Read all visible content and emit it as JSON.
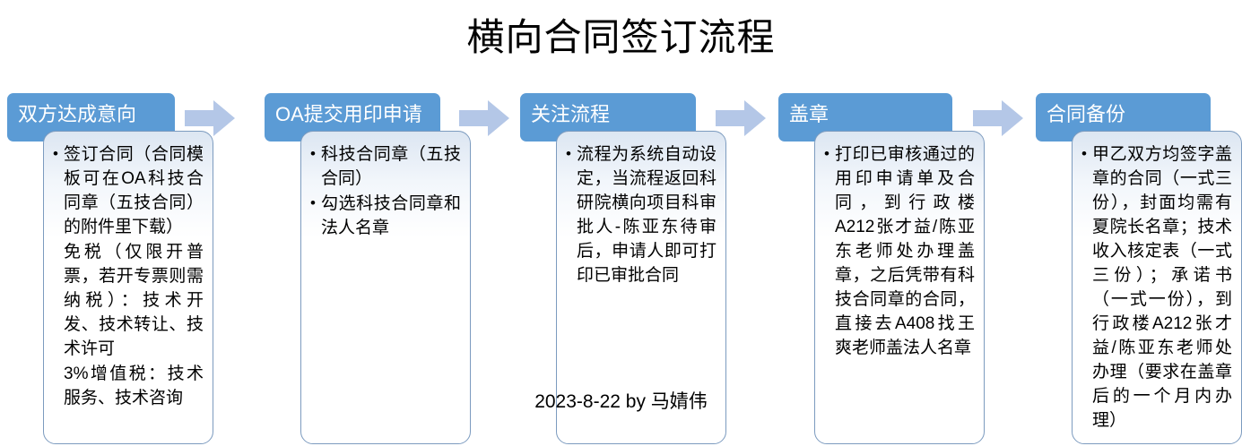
{
  "title": "横向合同签订流程",
  "footer": "2023-8-22  by 马婧伟",
  "colors": {
    "header_blue": "#5B9BD5",
    "arrow_blue": "#B4C7E7",
    "body_border": "#7C9BBF",
    "body_top_fill": "#DCE6F2",
    "text": "#000000",
    "header_text": "#FFFFFF"
  },
  "arrows": {
    "icon": "right-arrow-icon",
    "count": 4
  },
  "stages": [
    {
      "header": "双方达成意向",
      "items": [
        {
          "bullet": true,
          "text": "签订合同（合同模板可在OA科技合同章（五技合同）的附件里下载）"
        },
        {
          "bullet": false,
          "text": "免税（仅限开普票，若开专票则需纳税）：技术开发、技术转让、技术许可"
        },
        {
          "bullet": false,
          "text": "3%增值税：技术服务、技术咨询"
        }
      ]
    },
    {
      "header": "OA提交用印申请",
      "items": [
        {
          "bullet": true,
          "text": "科技合同章（五技合同）"
        },
        {
          "bullet": true,
          "text": "勾选科技合同章和法人名章"
        }
      ]
    },
    {
      "header": "关注流程",
      "items": [
        {
          "bullet": true,
          "text": "流程为系统自动设定，当流程返回科研院横向项目科审批人-陈亚东待审后，申请人即可打印已审批合同"
        }
      ]
    },
    {
      "header": "盖章",
      "items": [
        {
          "bullet": true,
          "text": "打印已审核通过的用印申请单及合同，到行政楼A212张才益/陈亚东老师处办理盖章，之后凭带有科技合同章的合同，直接去A408找王爽老师盖法人名章"
        }
      ]
    },
    {
      "header": "合同备份",
      "items": [
        {
          "bullet": true,
          "text": "甲乙双方均签字盖章的合同（一式三份），封面均需有夏院长名章；技术收入核定表（一式三份）；承诺书（一式一份），到行政楼A212张才益/陈亚东老师处办理（要求在盖章后的一个月内办理）"
        }
      ]
    }
  ]
}
